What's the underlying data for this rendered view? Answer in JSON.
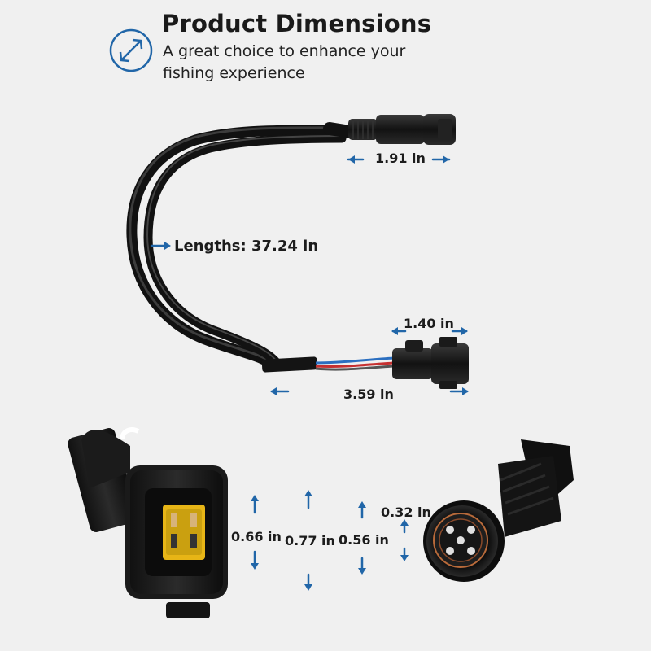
{
  "header": {
    "title": "Product Dimensions",
    "subtitle": "A great choice to enhance your fishing experience",
    "icon": "diagonal-measure-icon"
  },
  "colors": {
    "accent": "#2166a8",
    "text": "#1c1c1c",
    "background": "#f0f0f0",
    "cable": "#141414",
    "connector_insert": "#e7b516"
  },
  "dimensions": {
    "round_connector_length": "1.91 in",
    "cable_length": "Lengths: 37.24 in",
    "plug_body_length": "1.40 in",
    "plug_assembly_length": "3.59 in",
    "plug_height": "0.66 in",
    "plug_overall_height": "0.77 in",
    "socket_outer_diameter": "0.56 in",
    "socket_inner_diameter": "0.32 in"
  }
}
